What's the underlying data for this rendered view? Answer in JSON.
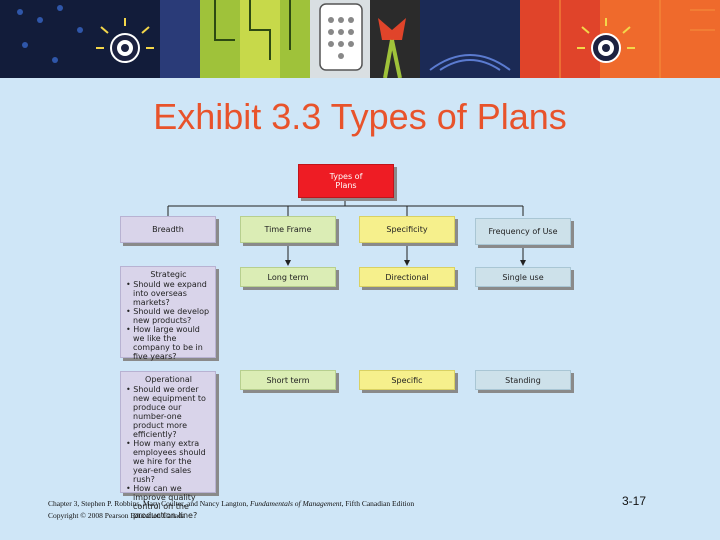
{
  "slide": {
    "title": "Exhibit 3.3 Types of Plans"
  },
  "diagram": {
    "root": "Types of Plans",
    "columns": [
      {
        "header": "Breadth",
        "items": [
          {
            "name": "Strategic",
            "bullets": [
              "• Should we expand into overseas markets?",
              "• Should we develop new products?",
              "• How large would we like the company to be in five years?"
            ]
          },
          {
            "name": "Operational",
            "bullets": [
              "• Should we order new equipment to produce our number-one product more efficiently?",
              "• How many extra employees should we hire for the year-end sales rush?",
              "• How can we improve quality control on the production line?"
            ]
          }
        ]
      },
      {
        "header": "Time Frame",
        "items": [
          {
            "name": "Long term"
          },
          {
            "name": "Short term"
          }
        ]
      },
      {
        "header": "Specificity",
        "items": [
          {
            "name": "Directional"
          },
          {
            "name": "Specific"
          }
        ]
      },
      {
        "header": "Frequency of Use",
        "items": [
          {
            "name": "Single use"
          },
          {
            "name": "Standing"
          }
        ]
      }
    ]
  },
  "footer": {
    "line1_pre": "Chapter 3, Stephen P. Robbins, Mary Coulter, and Nancy Langton, ",
    "line1_book": "Fundamentals of Management",
    "line1_post": ", Fifth Canadian Edition",
    "line2": "Copyright © 2008 Pearson Education Canada"
  },
  "page_number": "3-17",
  "colors": {
    "title": "#e8532b",
    "root_box": "#ee1c24",
    "breadth": "#d9d4ea",
    "time_frame": "#dbedb5",
    "specificity": "#f6f08c",
    "frequency": "#cde1ea",
    "background": "#cfe6f7"
  }
}
